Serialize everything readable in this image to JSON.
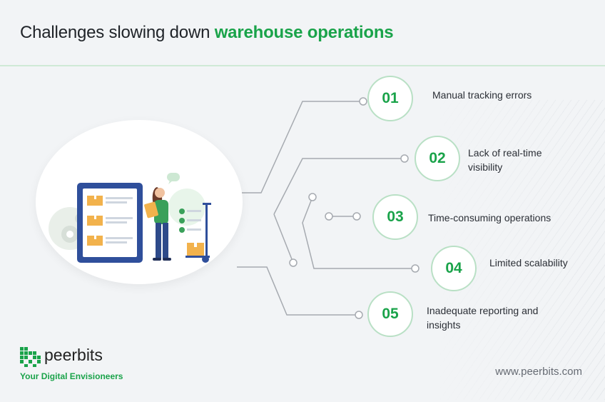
{
  "title": {
    "prefix": "Challenges slowing down",
    "highlight": "warehouse operations"
  },
  "challenges": [
    {
      "number": "01",
      "label": "Manual tracking errors"
    },
    {
      "number": "02",
      "label": "Lack of real-time visibility"
    },
    {
      "number": "03",
      "label": "Time-consuming operations"
    },
    {
      "number": "04",
      "label": "Limited scalability"
    },
    {
      "number": "05",
      "label": "Inadequate reporting and insights"
    }
  ],
  "brand": {
    "name": "peerbits",
    "tagline": "Your Digital Envisioneers",
    "logo_icon": "grid-logo-icon"
  },
  "website": "www.peerbits.com",
  "illustration": {
    "icons": [
      "tablet-icon",
      "box-icon",
      "person-icon",
      "clipboard-icon",
      "checklist-icon",
      "hand-truck-icon",
      "speech-bubble-icon",
      "gear-icon"
    ]
  },
  "colors": {
    "accent": "#1aa34a",
    "circle_border": "#b9e0c5",
    "tablet": "#2f4f9b",
    "box": "#f2b24c",
    "background": "#f2f4f6"
  }
}
